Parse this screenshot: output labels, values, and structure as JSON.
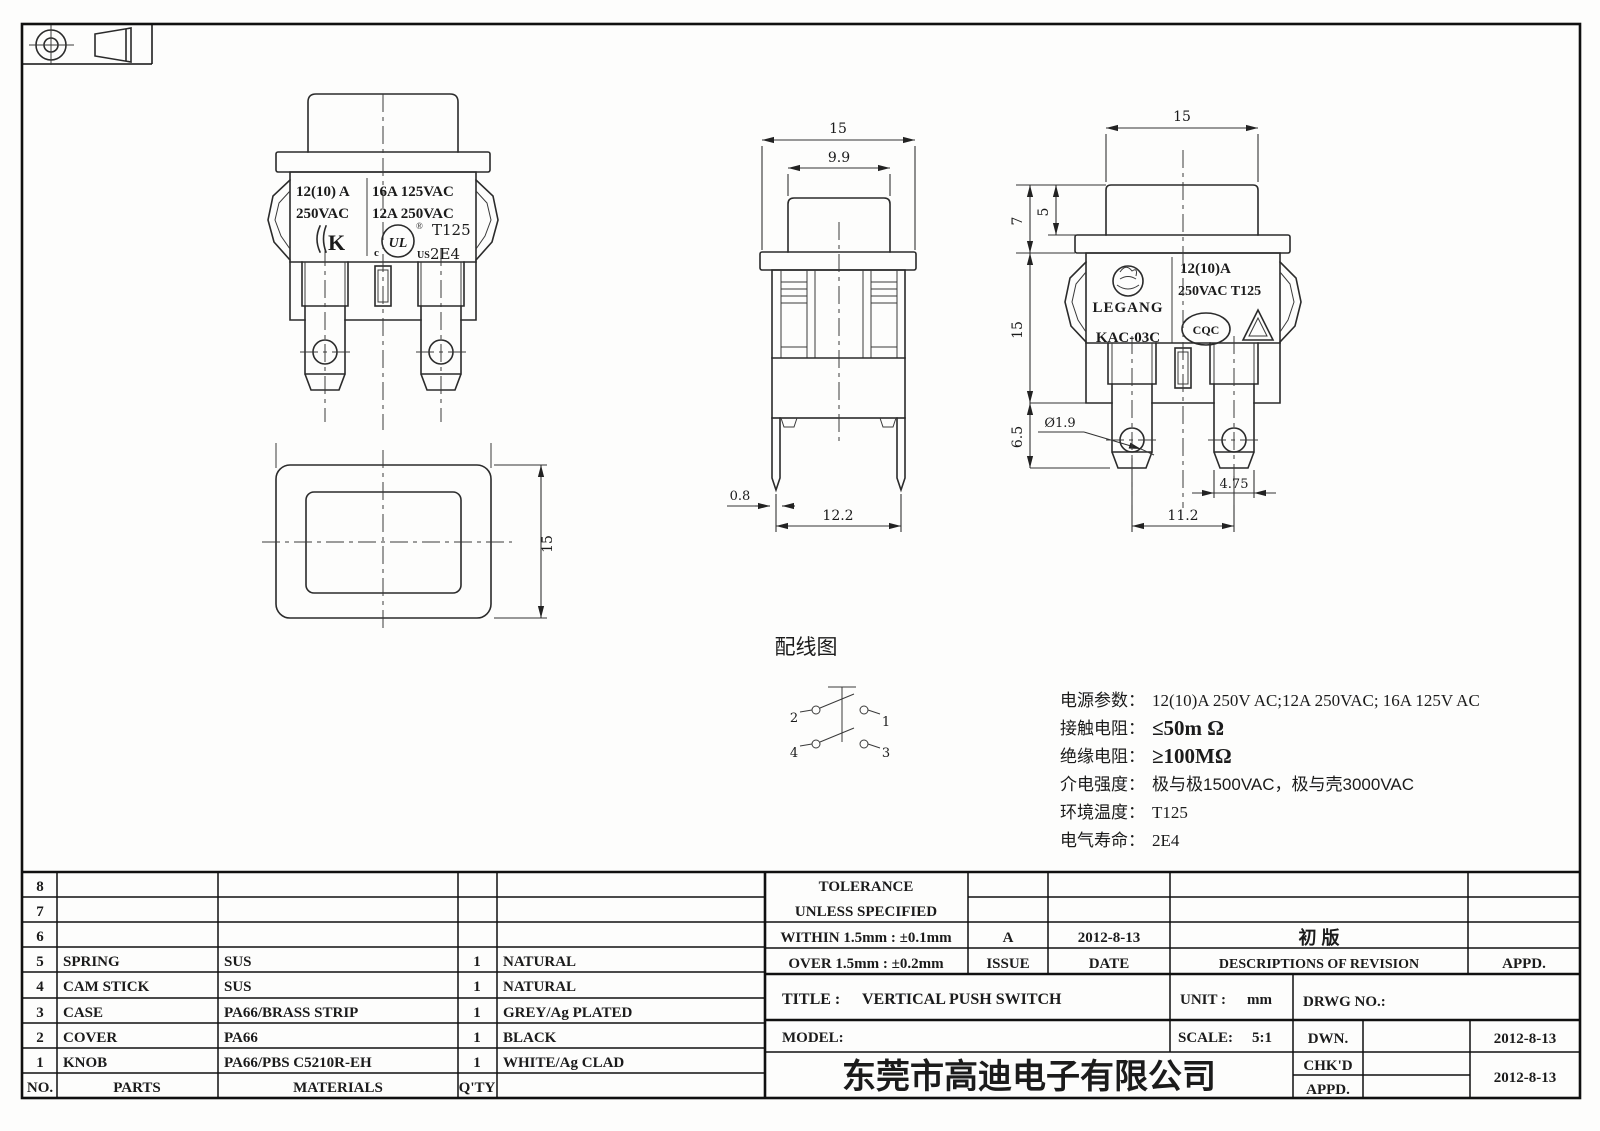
{
  "views": {
    "front": {
      "left_rating_line1": "12(10) A",
      "left_rating_line2": "250VAC",
      "kc_mark": "K",
      "right_rating_line1": "16A 125VAC",
      "right_rating_line2": "12A 250VAC",
      "ul_mark": "UL",
      "ul_reg": "®",
      "ul_c": "c",
      "ul_us": "US",
      "t_rating": "T125",
      "endurance": "2E4"
    },
    "bottom": {
      "dim_height": "15"
    },
    "side": {
      "dim_width": "15",
      "dim_button": "9.9",
      "dim_pin_width": "0.8",
      "dim_pin_span": "12.2"
    },
    "right": {
      "dim_width": "15",
      "dim_head": "7",
      "dim_knob": "5",
      "dim_body": "15",
      "dim_terminal": "6.5",
      "dim_hole": "Ø1.9",
      "dim_tab_width": "4.75",
      "dim_tab_span": "11.2",
      "brand": "LEGANG",
      "model": "KAC-03C",
      "rating_line1": "12(10)A",
      "rating_line2": "250VAC T125",
      "cqc": "CQC"
    }
  },
  "wiring": {
    "title": "配线图",
    "t1": "1",
    "t2": "2",
    "t3": "3",
    "t4": "4"
  },
  "specs": {
    "rows": [
      {
        "label": "电源参数：",
        "value": "12(10)A 250V AC;12A 250VAC; 16A 125V AC"
      },
      {
        "label": "接触电阻：",
        "value": "≤50m Ω"
      },
      {
        "label": "绝缘电阻：",
        "value": "≥100MΩ"
      },
      {
        "label": "介电强度：",
        "value": "极与极1500VAC，极与壳3000VAC"
      },
      {
        "label": "环境温度：",
        "value": "T125"
      },
      {
        "label": "电气寿命：",
        "value": "2E4"
      }
    ]
  },
  "bom": {
    "header": {
      "no": "NO.",
      "parts": "PARTS",
      "materials": "MATERIALS",
      "qty": "Q'TY",
      "color": ""
    },
    "rows": [
      {
        "no": "8",
        "parts": "",
        "materials": "",
        "qty": "",
        "color": ""
      },
      {
        "no": "7",
        "parts": "",
        "materials": "",
        "qty": "",
        "color": ""
      },
      {
        "no": "6",
        "parts": "",
        "materials": "",
        "qty": "",
        "color": ""
      },
      {
        "no": "5",
        "parts": "SPRING",
        "materials": "SUS",
        "qty": "1",
        "color": "NATURAL"
      },
      {
        "no": "4",
        "parts": "CAM STICK",
        "materials": "SUS",
        "qty": "1",
        "color": "NATURAL"
      },
      {
        "no": "3",
        "parts": "CASE",
        "materials": "PA66/BRASS STRIP",
        "qty": "1",
        "color": "GREY/Ag PLATED"
      },
      {
        "no": "2",
        "parts": "COVER",
        "materials": "PA66",
        "qty": "1",
        "color": "BLACK"
      },
      {
        "no": "1",
        "parts": "KNOB",
        "materials": "PA66/PBS C5210R-EH",
        "qty": "1",
        "color": "WHITE/Ag CLAD"
      }
    ]
  },
  "titleblock": {
    "tolerance1": "TOLERANCE",
    "tolerance2": "UNLESS  SPECIFIED",
    "within": "WITHIN 1.5mm : ±0.1mm",
    "over": "OVER 1.5mm : ±0.2mm",
    "issue_value": "A",
    "issue_date": "2012-8-13",
    "issue_label": "ISSUE",
    "date_label": "DATE",
    "revision": "初  版",
    "revision_header": "DESCRIPTIONS OF REVISION",
    "appd_header": "APPD.",
    "title_label": "TITLE :",
    "title_value": "VERTICAL PUSH SWITCH",
    "unit_label": "UNIT :",
    "unit_value": "mm",
    "drwg_label": "DRWG NO.:",
    "model_label": "MODEL:",
    "scale_label": "SCALE:",
    "scale_value": "5:1",
    "dwn_label": "DWN.",
    "dwn_date": "2012-8-13",
    "chkd_label": "CHK'D",
    "chkd_date": "2012-8-13",
    "appd_label": "APPD.",
    "company": "东莞市高迪电子有限公司"
  }
}
